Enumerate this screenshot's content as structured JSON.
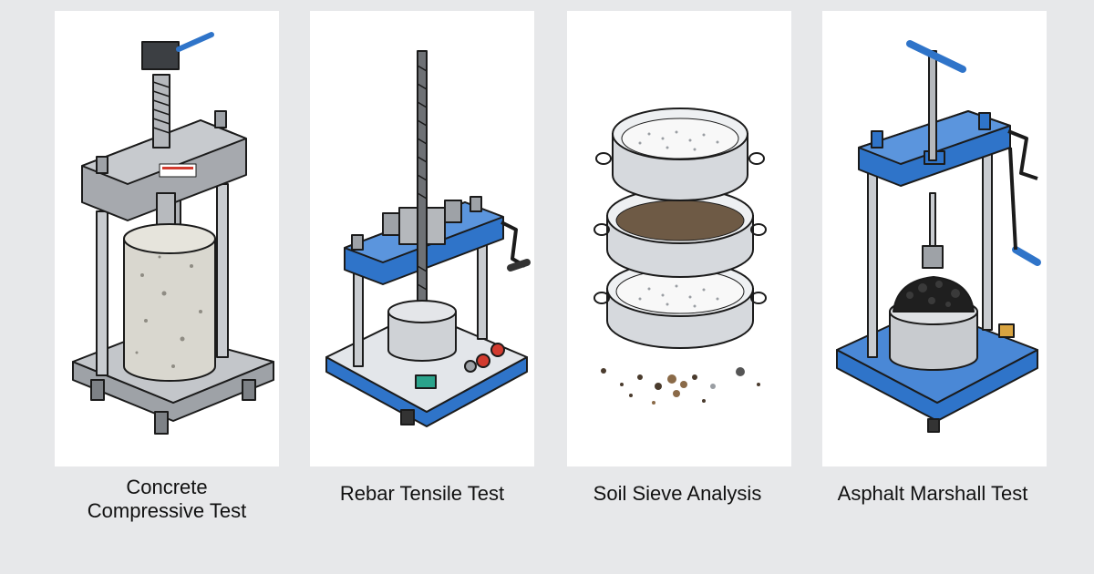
{
  "captions": {
    "concrete": "Concrete\nCompressive Test",
    "rebar": "Rebar Tensile Test",
    "soil": "Soil Sieve Analysis",
    "asphalt": "Asphalt Marshall Test"
  },
  "colors": {
    "background": "#e7e8ea",
    "panel": "#ffffff",
    "steel": "#b9bcc0",
    "machine_blue": "#2f74c9",
    "outline": "#1b1b1b",
    "concrete": "#d9d7cf",
    "asphalt": "#1f1f1f"
  },
  "icons": [
    "compression-press-icon",
    "tensile-tester-icon",
    "sieve-stack-icon",
    "marshall-tester-icon"
  ]
}
